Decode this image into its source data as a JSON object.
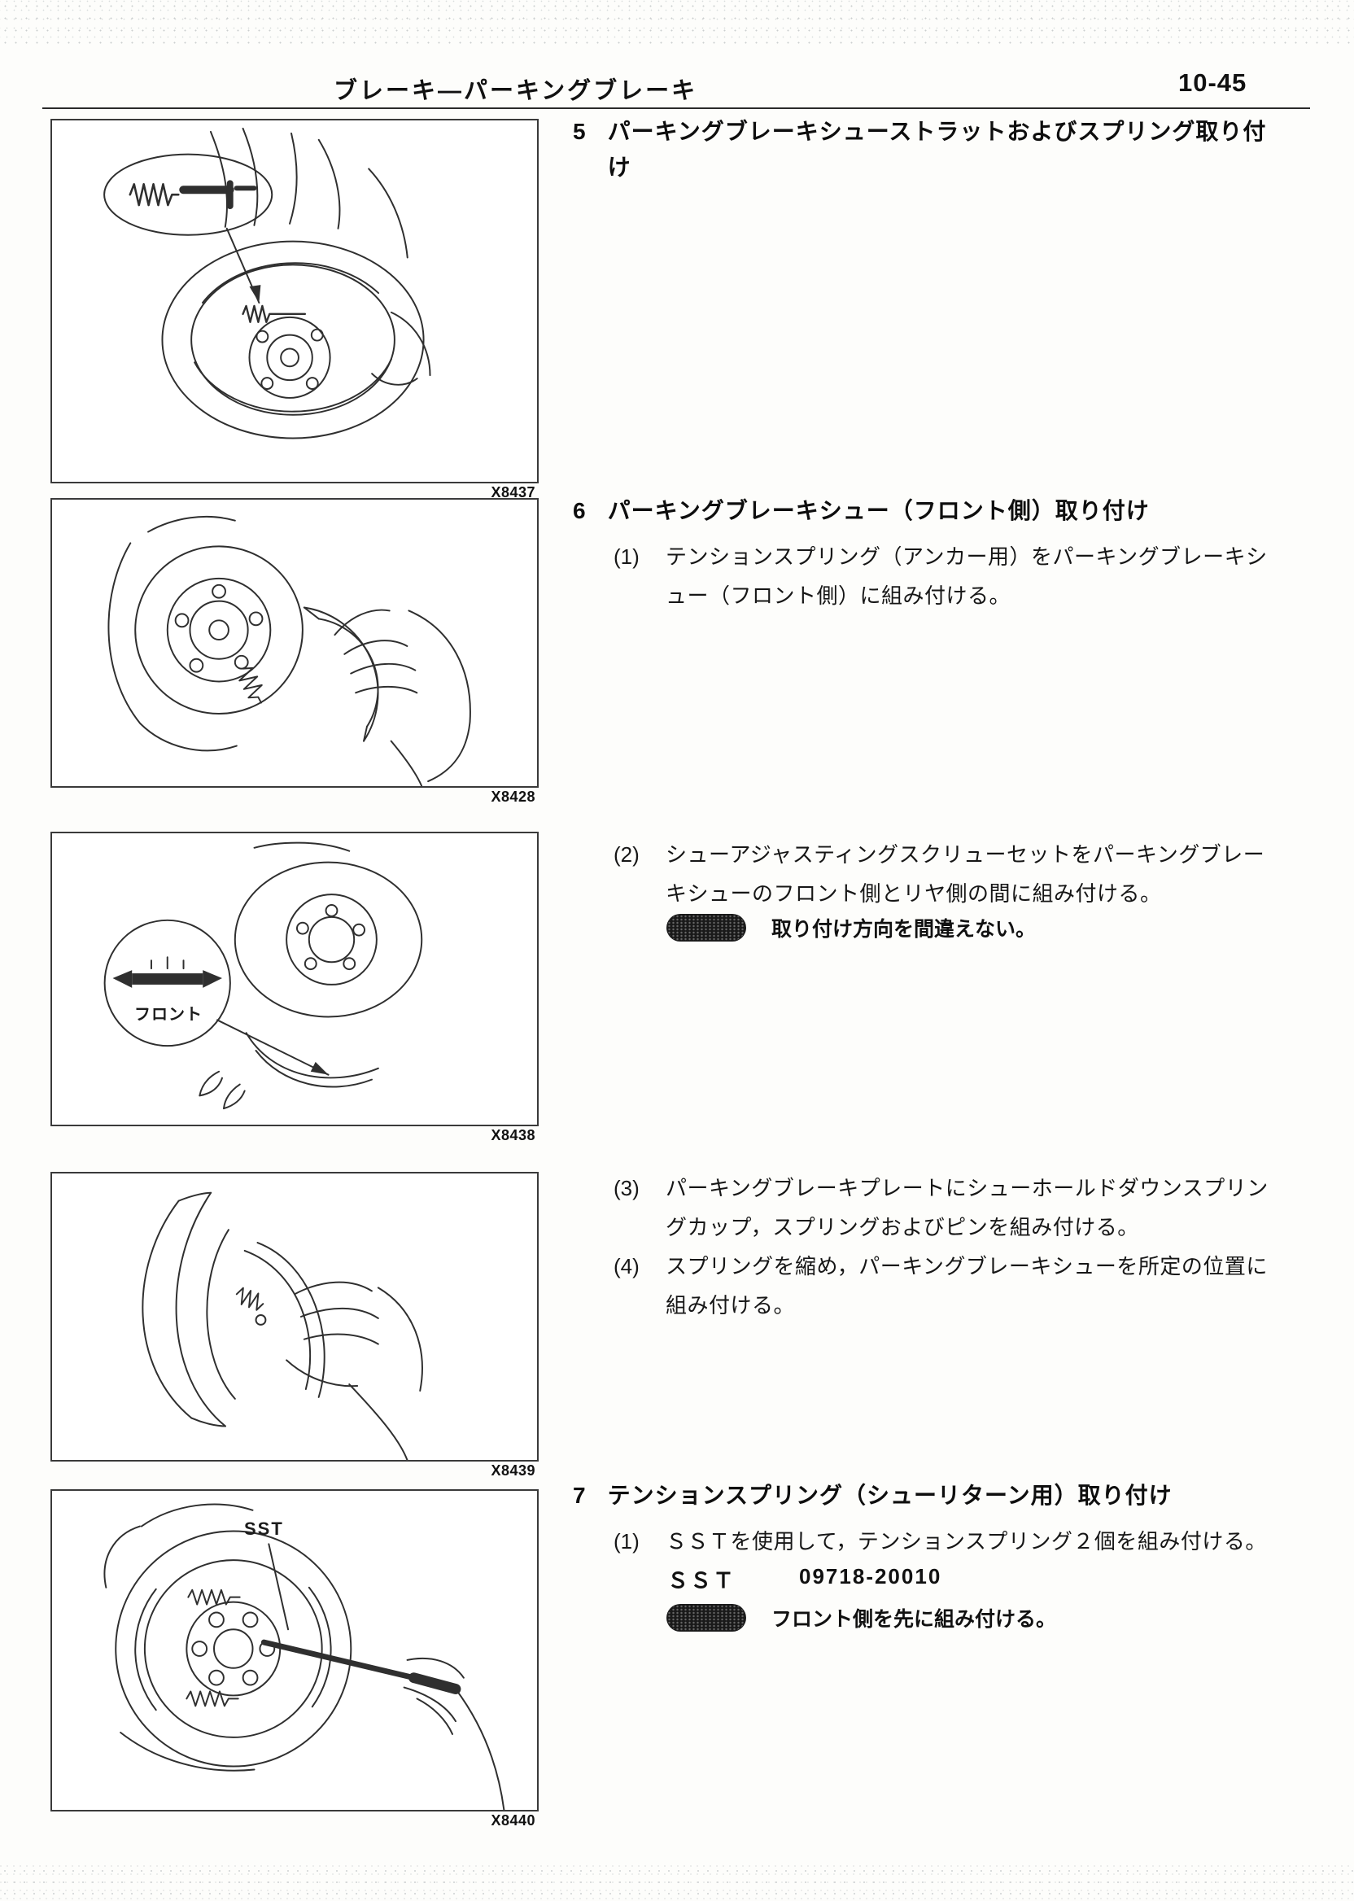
{
  "header": {
    "title": "ブレーキ―パーキングブレーキ",
    "page_number": "10-45"
  },
  "figures": [
    {
      "code": "X8437"
    },
    {
      "code": "X8428"
    },
    {
      "code": "X8438",
      "label": "フロント"
    },
    {
      "code": "X8439"
    },
    {
      "code": "X8440",
      "label": "SST"
    }
  ],
  "sections": [
    {
      "number": "5",
      "title": "パーキングブレーキシューストラットおよびスプリング取り付け"
    },
    {
      "number": "6",
      "title": "パーキングブレーキシュー（フロント側）取り付け",
      "steps": [
        {
          "no": "(1)",
          "text": "テンションスプリング（アンカー用）をパーキングブレーキシュー（フロント側）に組み付ける。"
        },
        {
          "no": "(2)",
          "text": "シューアジャスティングスクリューセットをパーキングブレーキシューのフロント側とリヤ側の間に組み付ける。",
          "note": "取り付け方向を間違えない。"
        },
        {
          "no": "(3)",
          "text": "パーキングブレーキプレートにシューホールドダウンスプリングカップ，スプリングおよびピンを組み付ける。"
        },
        {
          "no": "(4)",
          "text": "スプリングを縮め，パーキングブレーキシューを所定の位置に組み付ける。"
        }
      ]
    },
    {
      "number": "7",
      "title": "テンションスプリング（シューリターン用）取り付け",
      "steps": [
        {
          "no": "(1)",
          "text": "ＳＳＴを使用して，テンションスプリング２個を組み付ける。"
        }
      ],
      "sst": {
        "label": "ＳＳＴ",
        "value": "09718-20010"
      },
      "note": "フロント側を先に組み付ける。"
    }
  ]
}
